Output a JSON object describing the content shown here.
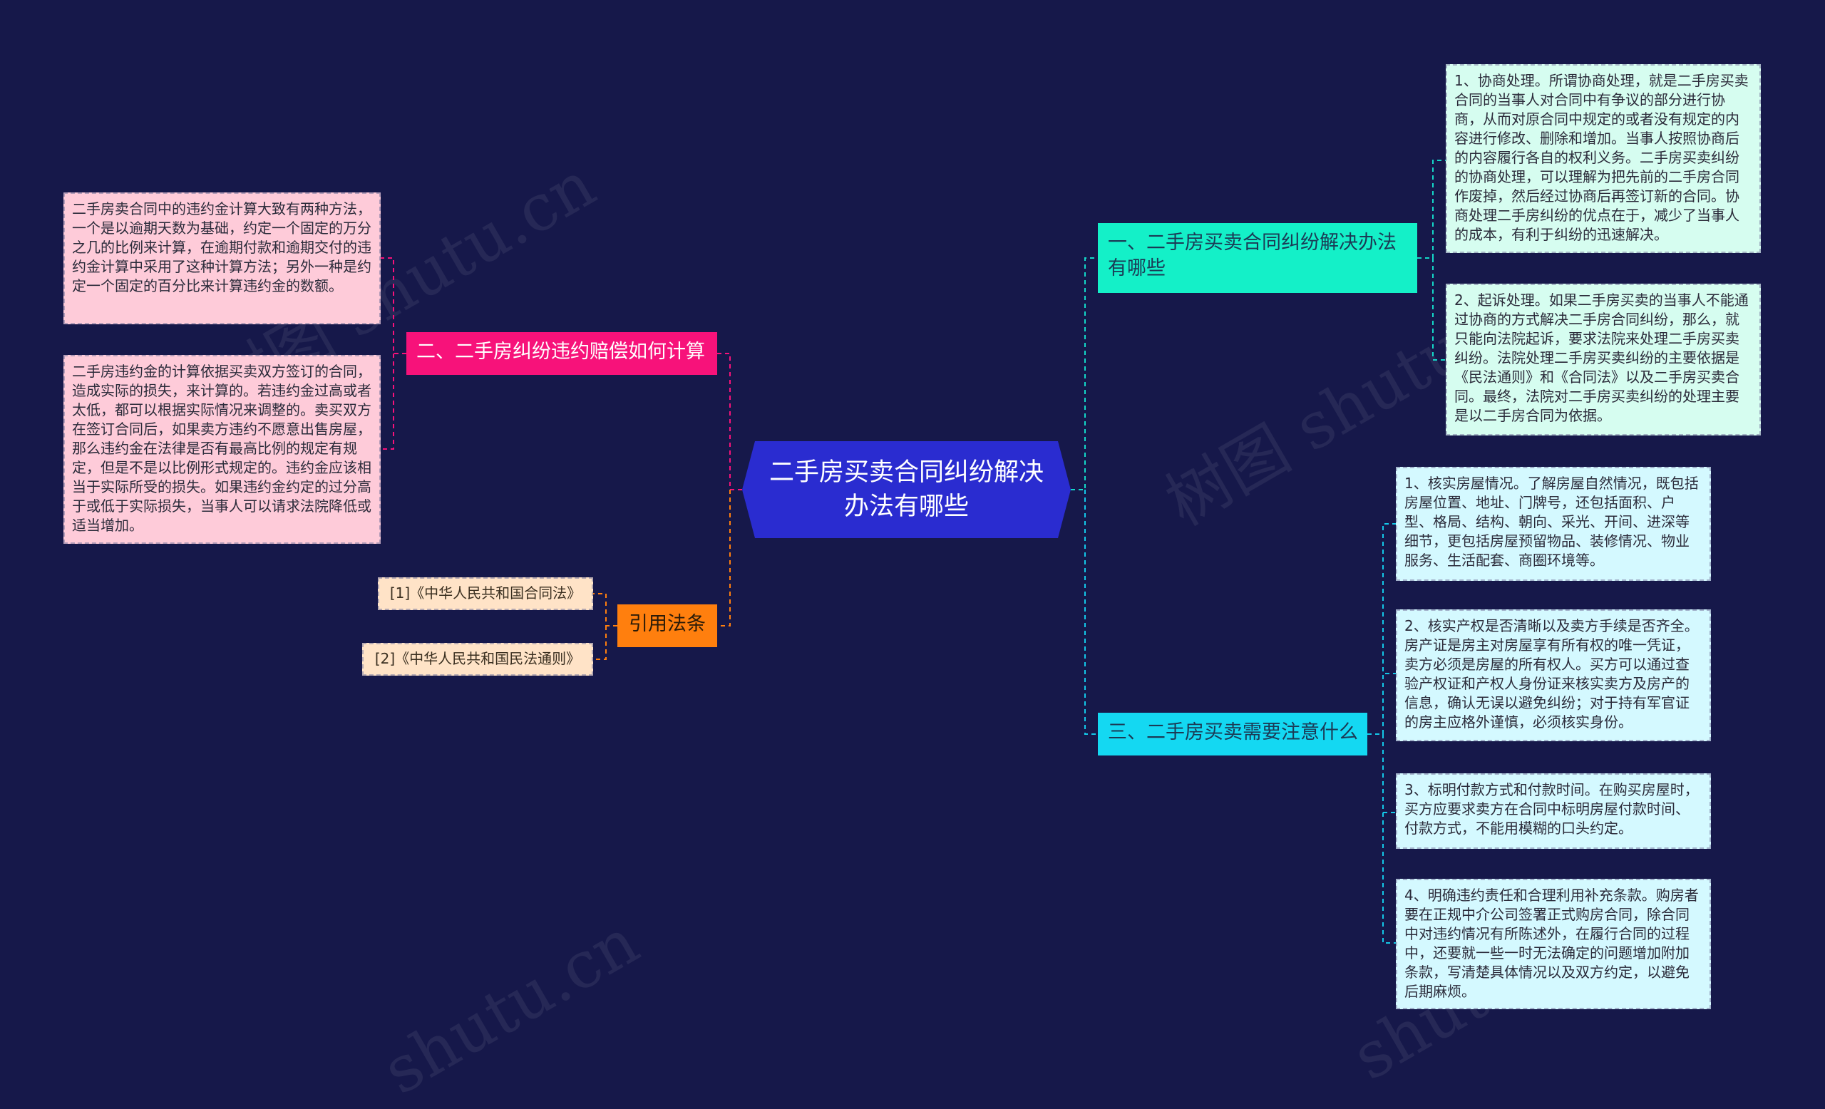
{
  "center": {
    "title": "二手房买卖合同纠纷解决办法有哪些"
  },
  "branches": {
    "one": {
      "label": "一、二手房买卖合同纠纷解决办法有哪些"
    },
    "two": {
      "label": "二、二手房纠纷违约赔偿如何计算"
    },
    "three": {
      "label": "三、二手房买卖需要注意什么"
    },
    "cite": {
      "label": "引用法条"
    }
  },
  "leaves": {
    "one_1": "1、协商处理。所谓协商处理，就是二手房买卖合同的当事人对合同中有争议的部分进行协商，从而对原合同中规定的或者没有规定的内容进行修改、删除和增加。当事人按照协商后的内容履行各自的权利义务。二手房买卖纠纷的协商处理，可以理解为把先前的二手房合同作废掉，然后经过协商后再签订新的合同。协商处理二手房纠纷的优点在于，减少了当事人的成本，有利于纠纷的迅速解决。",
    "one_2": "2、起诉处理。如果二手房买卖的当事人不能通过协商的方式解决二手房合同纠纷，那么，就只能向法院起诉，要求法院来处理二手房买卖纠纷。法院处理二手房买卖纠纷的主要依据是《民法通则》和《合同法》以及二手房买卖合同。最终，法院对二手房买卖纠纷的处理主要是以二手房合同为依据。",
    "two_1": "二手房卖合同中的违约金计算大致有两种方法，一个是以逾期天数为基础，约定一个固定的万分之几的比例来计算，在逾期付款和逾期交付的违约金计算中采用了这种计算方法；另外一种是约定一个固定的百分比来计算违约金的数额。",
    "two_2": "二手房违约金的计算依据买卖双方签订的合同，造成实际的损失，来计算的。若违约金过高或者太低，都可以根据实际情况来调整的。卖买双方在签订合同后，如果卖方违约不愿意出售房屋，那么违约金在法律是否有最高比例的规定有规定，但是不是以比例形式规定的。违约金应该相当于实际所受的损失。如果违约金约定的过分高于或低于实际损失，当事人可以请求法院降低或适当增加。",
    "three_1": "1、核实房屋情况。了解房屋自然情况，既包括房屋位置、地址、门牌号，还包括面积、户型、格局、结构、朝向、采光、开间、进深等细节，更包括房屋预留物品、装修情况、物业服务、生活配套、商圈环境等。",
    "three_2": "2、核实产权是否清晰以及卖方手续是否齐全。房产证是房主对房屋享有所有权的唯一凭证，卖方必须是房屋的所有权人。买方可以通过查验产权证和产权人身份证来核实卖方及房产的信息，确认无误以避免纠纷；对于持有军官证的房主应格外谨慎，必须核实身份。",
    "three_3": "3、标明付款方式和付款时间。在购买房屋时，买方应要求卖方在合同中标明房屋付款时间、付款方式，不能用模糊的口头约定。",
    "three_4": "4、明确违约责任和合理利用补充条款。购房者要在正规中介公司签署正式购房合同，除合同中对违约情况有所陈述外，在履行合同的过程中，还要就一些一时无法确定的问题增加附加条款，写清楚具体情况以及双方约定，以避免后期麻烦。",
    "cite_1": "[1]《中华人民共和国合同法》",
    "cite_2": "[2]《中华人民共和国民法通则》"
  },
  "watermarks": [
    "树图 shutu.cn",
    "树图 shutu.cn",
    "shutu.cn",
    "shutu.cn"
  ],
  "colors": {
    "background": "#16184a",
    "center": "#2a2cd0",
    "pink": "#f7127a",
    "teal": "#14f0c8",
    "cyan": "#14d8f2",
    "orange": "#ff7f0e"
  }
}
